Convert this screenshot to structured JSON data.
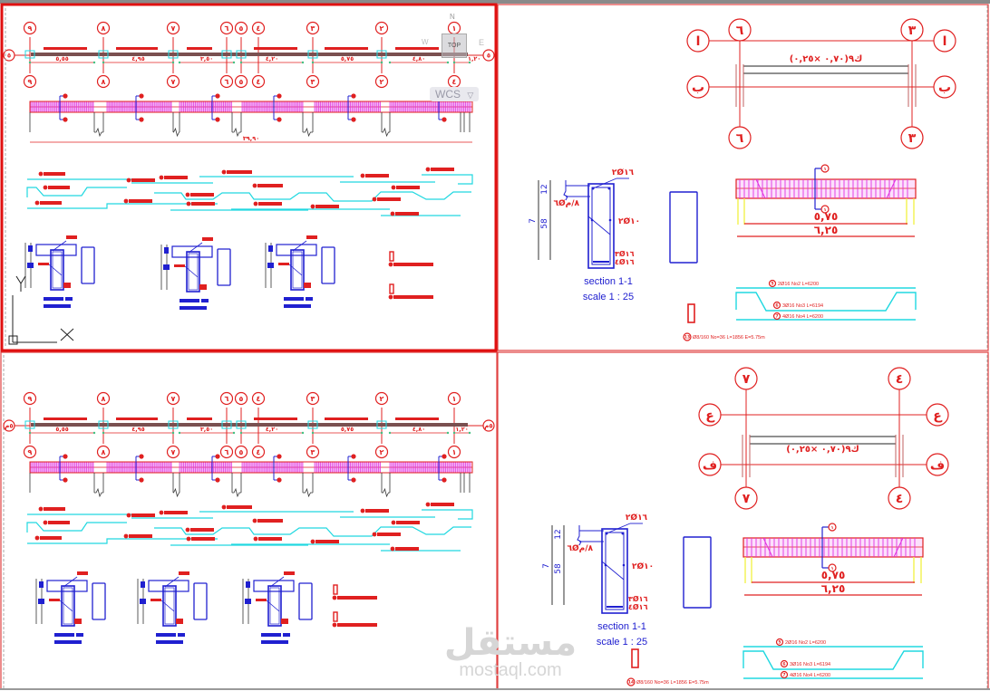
{
  "viewports": [
    {
      "id": "top-left",
      "active": true
    },
    {
      "id": "top-right",
      "active": false
    },
    {
      "id": "bottom-left",
      "active": false
    },
    {
      "id": "bottom-right",
      "active": false
    }
  ],
  "colors": {
    "active_border": "#e01010",
    "inactive_border": "#e04040",
    "grid_red": "#e02020",
    "rebar_blue": "#2020d0",
    "rebar_cyan": "#20d8e0",
    "hatch_magenta": "#e030e0",
    "support_yellow": "#f0f040",
    "dim_green": "#40c080",
    "beam_dark": "#7a5050"
  },
  "navigation": {
    "viewcube_label": "TOP",
    "compass_n": "N",
    "compass_w": "W",
    "compass_e": "E",
    "ucs_label": "WCS",
    "ucs_dropdown_icon": "chevron-down-icon"
  },
  "continuous_beam_top": {
    "grid_top": [
      "٩",
      "٨",
      "٧",
      "٦",
      "٥",
      "٤",
      "٣",
      "٢",
      "١"
    ],
    "grid_bottom": [
      "٩",
      "٨",
      "٧",
      "٦",
      "٥",
      "٤",
      "٣",
      "٢",
      "٤"
    ],
    "end_marks": [
      "٥",
      "٥"
    ],
    "span_lengths": [
      "٥,٥٥",
      "٤,٩٥",
      "٣,٥٠",
      "٤,٢٠",
      "٥,٧٥",
      "٤,٨٠",
      "١,٢٠"
    ],
    "total_length": "٣٩,٩٠"
  },
  "continuous_beam_bottom": {
    "grid_top": [
      "٩",
      "٨",
      "٧",
      "٦",
      "٥",
      "٤",
      "٣",
      "٢",
      "١"
    ],
    "grid_bottom": [
      "٩",
      "٨",
      "٧",
      "٦",
      "٥",
      "٤",
      "٣",
      "٢",
      "١"
    ],
    "end_marks": [
      "٥م",
      "٥م"
    ],
    "span_lengths": [
      "٥,٥٥",
      "٤,٩٥",
      "٣,٥٠",
      "٤,٢٠",
      "٥,٧٥",
      "٤,٨٠",
      "١,٢٠"
    ]
  },
  "plan_top": {
    "grid_x": [
      "٦",
      "٣"
    ],
    "grid_y": [
      "ا",
      "ب"
    ],
    "beam_label": "ك٩(٠,٧٠ ×٠,٢٥)"
  },
  "plan_bottom": {
    "grid_x": [
      "٧",
      "٤"
    ],
    "grid_y": [
      "ع",
      "ف"
    ],
    "beam_label": "ك٩(٠,٧٠ ×٠,٢٥)"
  },
  "section_top": {
    "title": "section 1-1",
    "scale": "scale 1 : 25",
    "dim_total": "7",
    "dim_top": "12",
    "dim_web": "58",
    "bar_top": "٢Ø١٦",
    "bar_side": "٢Ø١٠",
    "stirrup": "٦Ø٨/م",
    "bar_bottom_1": "٣Ø١٦",
    "bar_bottom_2": "٤Ø١٦"
  },
  "section_bottom": {
    "title": "section 1-1",
    "scale": "scale 1 : 25",
    "dim_total": "7",
    "dim_top": "12",
    "dim_web": "58",
    "bar_top": "٢Ø١٦",
    "bar_side": "٢Ø١٠",
    "stirrup": "٦Ø٨/م",
    "bar_bottom_1": "٣Ø١٦",
    "bar_bottom_2": "٤Ø١٦"
  },
  "elevation_top": {
    "section_mark": "١",
    "clear_span": "٥,٧٥",
    "total_span": "٦,٢٥"
  },
  "elevation_bottom": {
    "section_mark": "١",
    "clear_span": "٥,٧٥",
    "total_span": "٦,٢٥"
  },
  "bar_schedule_top": {
    "bar_5": "2Ø16  No2  L=6200",
    "bar_6": "3Ø16  No3  L=6194",
    "bar_7": "4Ø16  No4  L=6200",
    "bar_5_mark": "5",
    "bar_6_mark": "6",
    "bar_7_mark": "7",
    "stirrup": "Ø8/160  No=36  L=1856  E=5.75m",
    "stirrup_mark": "13"
  },
  "bar_schedule_bottom": {
    "bar_5": "2Ø16  No2  L=6200",
    "bar_6": "3Ø16  No3  L=6194",
    "bar_7": "4Ø16  No4  L=6200",
    "bar_5_mark": "5",
    "bar_6_mark": "6",
    "bar_7_mark": "7",
    "stirrup": "Ø8/160  No=36  L=1856  E=5.75m",
    "stirrup_mark": "14"
  },
  "ucs_icon": {
    "x_label": "X",
    "y_label": "Y"
  },
  "watermark": {
    "arabic": "مستقل",
    "latin": "mostaql.com"
  }
}
